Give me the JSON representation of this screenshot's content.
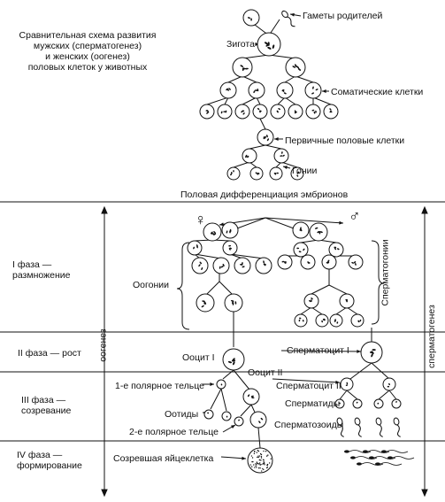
{
  "title": "Сравнительная схема развития\nмужских (сперматогенез)\nи женских (оогенез)\nполовых клеток у животных",
  "top_labels": {
    "gametes": "Гаметы родителей",
    "zygote": "Зигота",
    "somatic": "Соматические клетки",
    "primary_germ": "Первичные половые клетки",
    "gonia": "Гонии",
    "differentiation": "Половая дифференциация эмбрионов"
  },
  "phases": {
    "p1": "I фаза —\nразмножение",
    "p2": "II фаза — рост",
    "p3": "III фаза —\nсозревание",
    "p4": "IV фаза —\nформирование"
  },
  "side_labels": {
    "oogenesis": "оогенез",
    "spermatogenesis": "сперматогенез",
    "spermatogonia": "Сперматогонии",
    "oogonia": "Оогонии"
  },
  "cell_labels": {
    "oocyte1": "Ооцит I",
    "oocyte2": "Ооцит II",
    "polar1": "1-е полярное тельце",
    "ootids": "Оотиды",
    "polar2": "2-е полярное тельце",
    "egg": "Созревшая яйцеклетка",
    "spermatocyte1": "Сперматоцит I",
    "spermatocyte2": "Сперматоцит II",
    "spermatids": "Сперматиды",
    "spermatozoa": "Сперматозоиды"
  },
  "symbols": {
    "female": "♀",
    "male": "♂"
  }
}
